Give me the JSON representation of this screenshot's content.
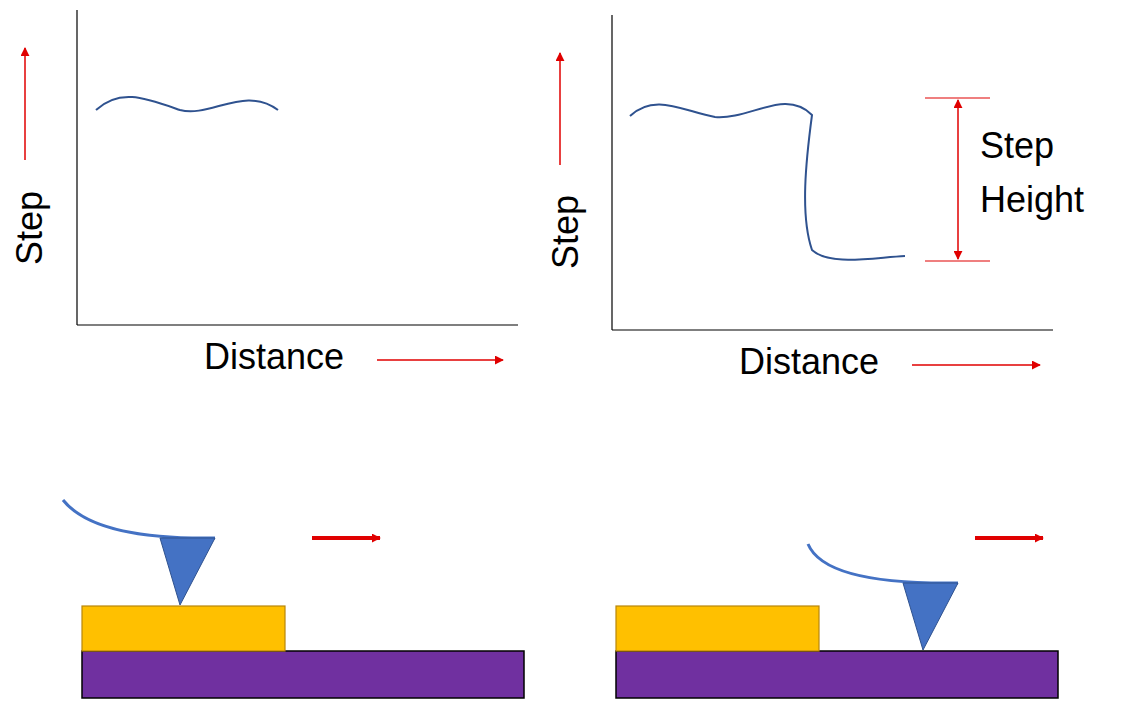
{
  "diagram": {
    "labels": [
      "Step",
      "Distance",
      "Step",
      "Distance",
      "Step Height"
    ]
  }
}
